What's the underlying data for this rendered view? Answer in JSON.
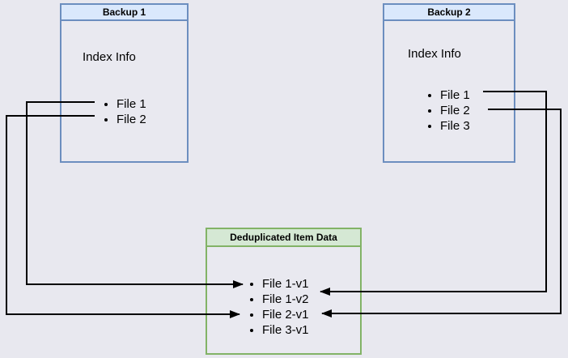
{
  "diagram": {
    "backup1": {
      "title": "Backup 1",
      "subtitle": "Index Info",
      "files": [
        "File 1",
        "File 2"
      ]
    },
    "backup2": {
      "title": "Backup 2",
      "subtitle": "Index Info",
      "files": [
        "File 1",
        "File 2",
        "File 3"
      ]
    },
    "dedup": {
      "title": "Deduplicated Item Data",
      "items": [
        "File 1-v1",
        "File 1-v2",
        "File 2-v1",
        "File 3-v1"
      ]
    },
    "connections": [
      {
        "from": "Backup 1 / File 1",
        "to": "Deduplicated Item Data / File 1-v1"
      },
      {
        "from": "Backup 1 / File 2",
        "to": "Deduplicated Item Data / File 2-v1"
      },
      {
        "from": "Backup 2 / File 1",
        "to": "Deduplicated Item Data / File 1-v2"
      },
      {
        "from": "Backup 2 / File 2",
        "to": "Deduplicated Item Data / File 2-v1"
      }
    ],
    "colors": {
      "background": "#e8e8ef",
      "box_fill": "#e9e9f0",
      "blue_border": "#6c8ebf",
      "blue_header": "#dae8fc",
      "green_border": "#82b366",
      "green_header": "#d5e8d4",
      "connector": "#000000"
    }
  }
}
